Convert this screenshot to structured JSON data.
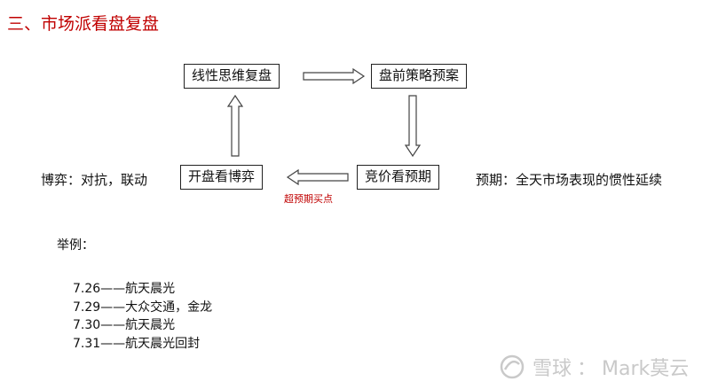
{
  "title": "三、市场派看盘复盘",
  "boxes": {
    "linear_review": "线性思维复盘",
    "premarket_strategy": "盘前策略预案",
    "auction_expectation": "竞价看预期",
    "open_game": "开盘看博弈"
  },
  "left_note": "博弈：对抗，联动",
  "right_note": "预期：全天市场表现的惯性延续",
  "arrow_label": "超预期买点",
  "examples": {
    "heading": "举例：",
    "items": [
      "7.26——航天晨光",
      "7.29——大众交通，金龙",
      "7.30——航天晨光",
      "7.31——航天晨光回封"
    ]
  },
  "watermark": {
    "brand": "雪球",
    "separator": "：",
    "author": "Mark莫云"
  }
}
